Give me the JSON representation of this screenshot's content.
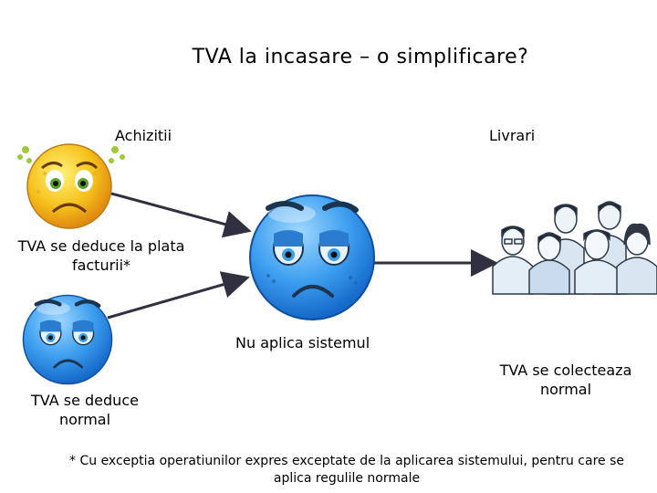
{
  "title": "TVA la incasare – o simplificare?",
  "labels": {
    "achizitii": "Achizitii",
    "livrari": "Livrari",
    "deduce_plata": "TVA se deduce la plata facturii*",
    "nu_aplica": "Nu aplica sistemul",
    "colecteaza": "TVA se colecteaza normal",
    "deduce_normal": "TVA se deduce normal"
  },
  "footnote": "* Cu exceptia operatiunilor expres exceptate de la aplicarea sistemului, pentru care se aplica regulile normale",
  "icons": {
    "sick_face": "sick-smiley-icon",
    "sad_face_large": "sad-blue-smiley-icon",
    "sad_face_small": "sad-blue-smiley-icon",
    "people_group": "people-group-icon"
  },
  "colors": {
    "blue_face": "#3fa0f0",
    "yellow_face": "#f6c21c",
    "arrow": "#303040"
  }
}
